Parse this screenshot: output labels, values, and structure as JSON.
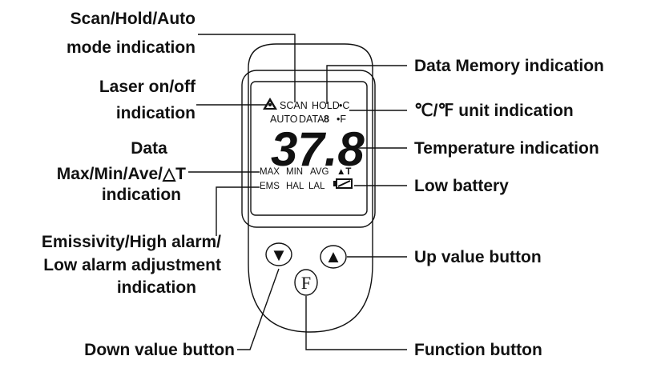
{
  "labels": {
    "scan_hold_auto_1": "Scan/Hold/Auto",
    "scan_hold_auto_2": "mode indication",
    "laser_1": "Laser on/off",
    "laser_2": "indication",
    "data_1": "Data",
    "data_2": "Max/Min/Ave/△T",
    "data_3": "indication",
    "emissivity_1": "Emissivity/High alarm/",
    "emissivity_2": "Low alarm adjustment",
    "emissivity_3": "indication",
    "down_button": "Down value button",
    "data_memory": "Data Memory indication",
    "unit": "℃/℉ unit indication",
    "temperature": "Temperature indication",
    "low_battery": "Low battery",
    "up_button": "Up value button",
    "function_button": "Function button"
  },
  "lcd": {
    "scan": "SCAN",
    "hold": "HOLD",
    "celsius": "•C",
    "auto": "AUTO",
    "data": "DATA",
    "memory_digit": "8",
    "fahrenheit": "•F",
    "temperature_value": "37.8",
    "max": "MAX",
    "min": "MIN",
    "avg": "AVG",
    "delta_t": "▲T",
    "ems": "EMS",
    "hal": "HAL",
    "lal": "LAL"
  },
  "buttons": {
    "down_glyph": "▼",
    "up_glyph": "▲",
    "function_glyph": "F"
  }
}
